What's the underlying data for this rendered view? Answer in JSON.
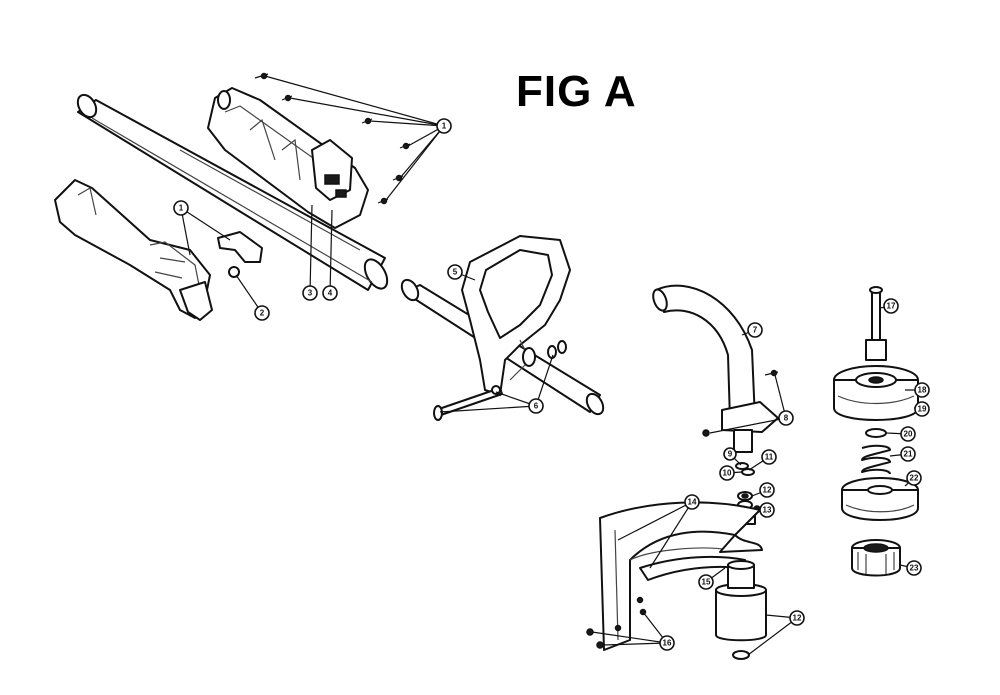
{
  "figure": {
    "title": "FIG A"
  },
  "callouts": [
    {
      "id": "c1a",
      "label": "1"
    },
    {
      "id": "c1b",
      "label": "1"
    },
    {
      "id": "c2",
      "label": "2"
    },
    {
      "id": "c3",
      "label": "3"
    },
    {
      "id": "c4",
      "label": "4"
    },
    {
      "id": "c5",
      "label": "5"
    },
    {
      "id": "c6",
      "label": "6"
    },
    {
      "id": "c7",
      "label": "7"
    },
    {
      "id": "c8",
      "label": "8"
    },
    {
      "id": "c9",
      "label": "9"
    },
    {
      "id": "c10",
      "label": "10"
    },
    {
      "id": "c11",
      "label": "11"
    },
    {
      "id": "c12a",
      "label": "12"
    },
    {
      "id": "c12b",
      "label": "12"
    },
    {
      "id": "c13",
      "label": "13"
    },
    {
      "id": "c14",
      "label": "14"
    },
    {
      "id": "c15",
      "label": "15"
    },
    {
      "id": "c16",
      "label": "16"
    },
    {
      "id": "c17",
      "label": "17"
    },
    {
      "id": "c18",
      "label": "18"
    },
    {
      "id": "c19",
      "label": "19"
    },
    {
      "id": "c20",
      "label": "20"
    },
    {
      "id": "c21",
      "label": "21"
    },
    {
      "id": "c22",
      "label": "22"
    },
    {
      "id": "c23",
      "label": "23"
    }
  ]
}
